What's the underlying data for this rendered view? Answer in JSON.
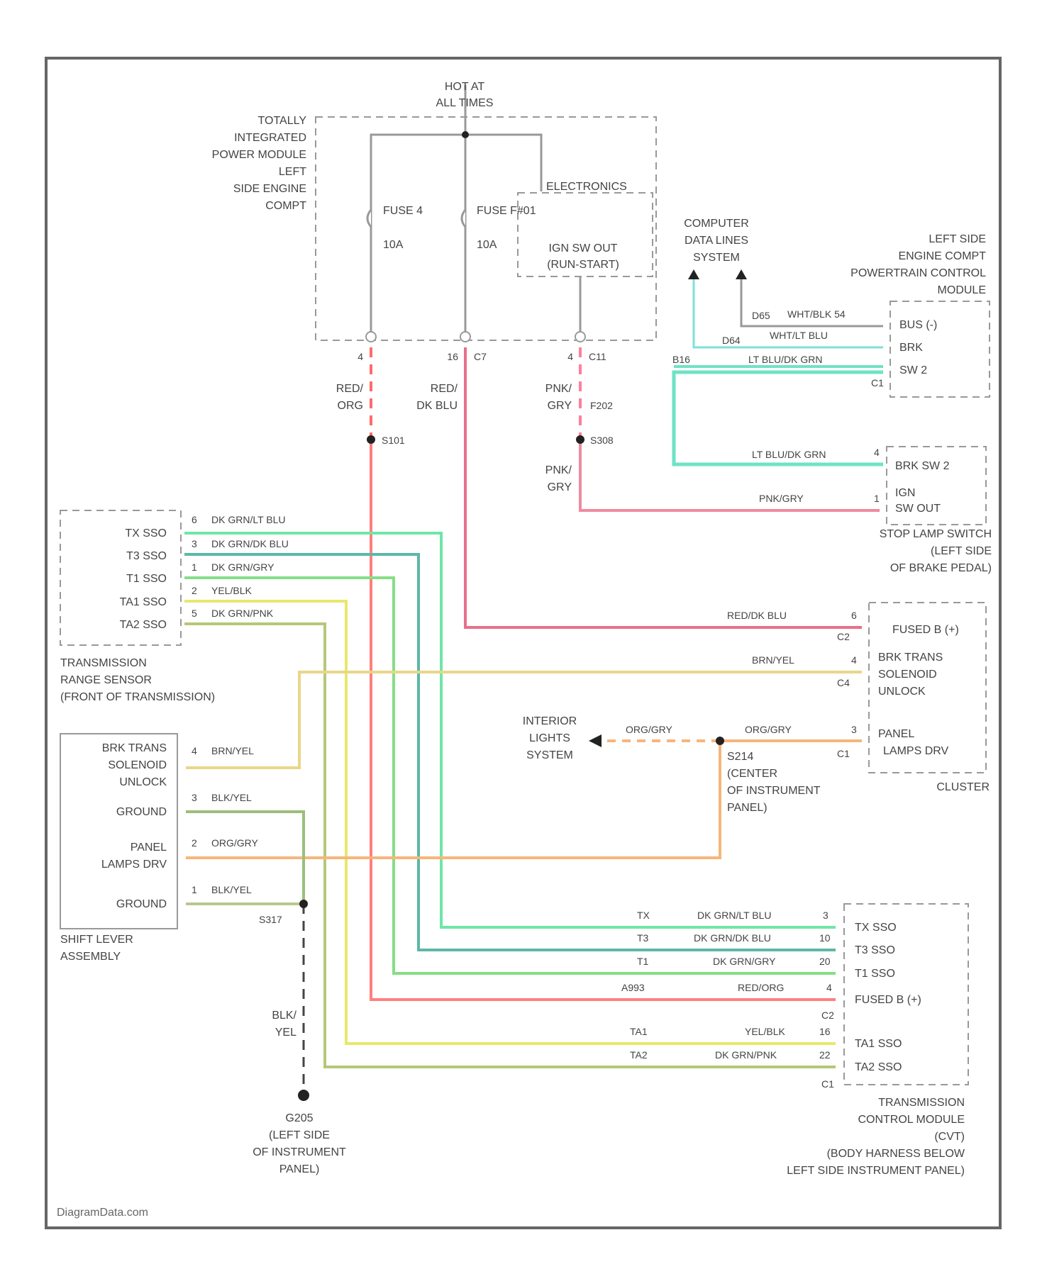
{
  "power_source": {
    "l1": "HOT AT",
    "l2": "ALL TIMES"
  },
  "tipm": {
    "lines": [
      "TOTALLY",
      "INTEGRATED",
      "POWER MODULE",
      "LEFT",
      "SIDE ENGINE",
      "COMPT"
    ]
  },
  "fuse4": {
    "name": "FUSE 4",
    "rating": "10A"
  },
  "fuse1": {
    "name": "FUSE F#01",
    "rating": "10A"
  },
  "electronics": "ELECTRONICS",
  "ign_out": {
    "l1": "IGN SW OUT",
    "l2": "(RUN-START)"
  },
  "tipm_pins": {
    "p1": "4",
    "p2": "16",
    "p2c": "C7",
    "p3": "4",
    "p3c": "C11"
  },
  "wire_red_org": {
    "l1": "RED/",
    "l2": "ORG"
  },
  "wire_red_dkblu": {
    "l1": "RED/",
    "l2": "DK BLU"
  },
  "wire_pnk_gry": {
    "l1": "PNK/",
    "l2": "GRY"
  },
  "splices": {
    "s101": "S101",
    "s102": "F202",
    "s103": "S308"
  },
  "computer_data": {
    "l1": "COMPUTER",
    "l2": "DATA LINES",
    "l3": "SYSTEM"
  },
  "pcm": {
    "lines": [
      "LEFT SIDE",
      "ENGINE COMPT",
      "POWERTRAIN CONTROL",
      "MODULE"
    ],
    "pins": [
      "BUS (-)",
      "BRK",
      "SW 2"
    ],
    "conn": "C1"
  },
  "pcm_wires": {
    "w1_code": "D65",
    "w1": "WHT/BLK 54",
    "w2_code": "D64",
    "w2": "WHT/LT BLU",
    "w3_code": "B16",
    "w3": "LT BLU/DK GRN"
  },
  "stop_lamp": {
    "pins": [
      "BRK SW 2",
      "IGN",
      "SW OUT"
    ],
    "lines": [
      "STOP LAMP SWITCH",
      "(LEFT SIDE",
      "OF BRAKE PEDAL)"
    ],
    "w1": "LT BLU/DK GRN",
    "w1_pin": "4",
    "w2": "PNK/GRY",
    "w2_pin": "1"
  },
  "trs": {
    "pins": [
      "TX SSO",
      "T3 SSO",
      "T1 SSO",
      "TA1 SSO",
      "TA2 SSO"
    ],
    "lines": [
      "TRANSMISSION",
      "RANGE SENSOR",
      "(FRONT OF TRANSMISSION)"
    ]
  },
  "trs_wires": [
    {
      "pin": "6",
      "color": "DK GRN/LT BLU"
    },
    {
      "pin": "3",
      "color": "DK GRN/DK BLU"
    },
    {
      "pin": "1",
      "color": "DK GRN/GRY"
    },
    {
      "pin": "2",
      "color": "YEL/BLK"
    },
    {
      "pin": "5",
      "color": "DK GRN/PNK"
    }
  ],
  "cluster": {
    "pins": [
      "FUSED B (+)",
      "BRK TRANS",
      "SOLENOID",
      "UNLOCK",
      "PANEL",
      "LAMPS DRV"
    ],
    "name": "CLUSTER",
    "c1": "C2",
    "c2": "C4",
    "c3": "C1",
    "w1": "RED/DK BLU",
    "w1_pin": "6",
    "w2": "BRN/YEL",
    "w2_pin": "4",
    "w3": "ORG/GRY",
    "w3_pin": "3"
  },
  "interior_lights": {
    "lines": [
      "INTERIOR",
      "LIGHTS",
      "SYSTEM"
    ],
    "wire": "ORG/GRY"
  },
  "s214": {
    "lines": [
      "S214",
      "(CENTER",
      "OF INSTRUMENT",
      "PANEL)"
    ]
  },
  "shift_lever": {
    "pins": [
      "BRK TRANS",
      "SOLENOID",
      "UNLOCK",
      "GROUND",
      "PANEL",
      "LAMPS DRV",
      "GROUND"
    ],
    "lines": [
      "SHIFT LEVER",
      "ASSEMBLY"
    ],
    "wires": [
      {
        "pin": "4",
        "color": "BRN/YEL"
      },
      {
        "pin": "3",
        "color": "BLK/YEL"
      },
      {
        "pin": "2",
        "color": "ORG/GRY"
      },
      {
        "pin": "1",
        "color": "BLK/YEL"
      }
    ],
    "splice": "S317"
  },
  "ground_wire": {
    "l1": "BLK/",
    "l2": "YEL"
  },
  "ground": {
    "lines": [
      "G205",
      "(LEFT SIDE",
      "OF INSTRUMENT",
      "PANEL)"
    ]
  },
  "tcm": {
    "pins": [
      "TX SSO",
      "T3 SSO",
      "T1 SSO",
      "FUSED B (+)",
      "TA1 SSO",
      "TA2 SSO"
    ],
    "lines": [
      "TRANSMISSION",
      "CONTROL MODULE",
      "(CVT)",
      "(BODY HARNESS BELOW",
      "LEFT SIDE INSTRUMENT PANEL)"
    ],
    "c_upper": "C2",
    "c_lower": "C1",
    "wires": [
      {
        "code": "TX",
        "color": "DK GRN/LT BLU",
        "pin": "3"
      },
      {
        "code": "T3",
        "color": "DK GRN/DK BLU",
        "pin": "10"
      },
      {
        "code": "T1",
        "color": "DK GRN/GRY",
        "pin": "20"
      },
      {
        "code": "A993",
        "color": "RED/ORG",
        "pin": "4"
      },
      {
        "code": "TA1",
        "color": "YEL/BLK",
        "pin": "16"
      },
      {
        "code": "TA2",
        "color": "DK GRN/PNK",
        "pin": "22"
      }
    ]
  },
  "credit": "DiagramData.com"
}
